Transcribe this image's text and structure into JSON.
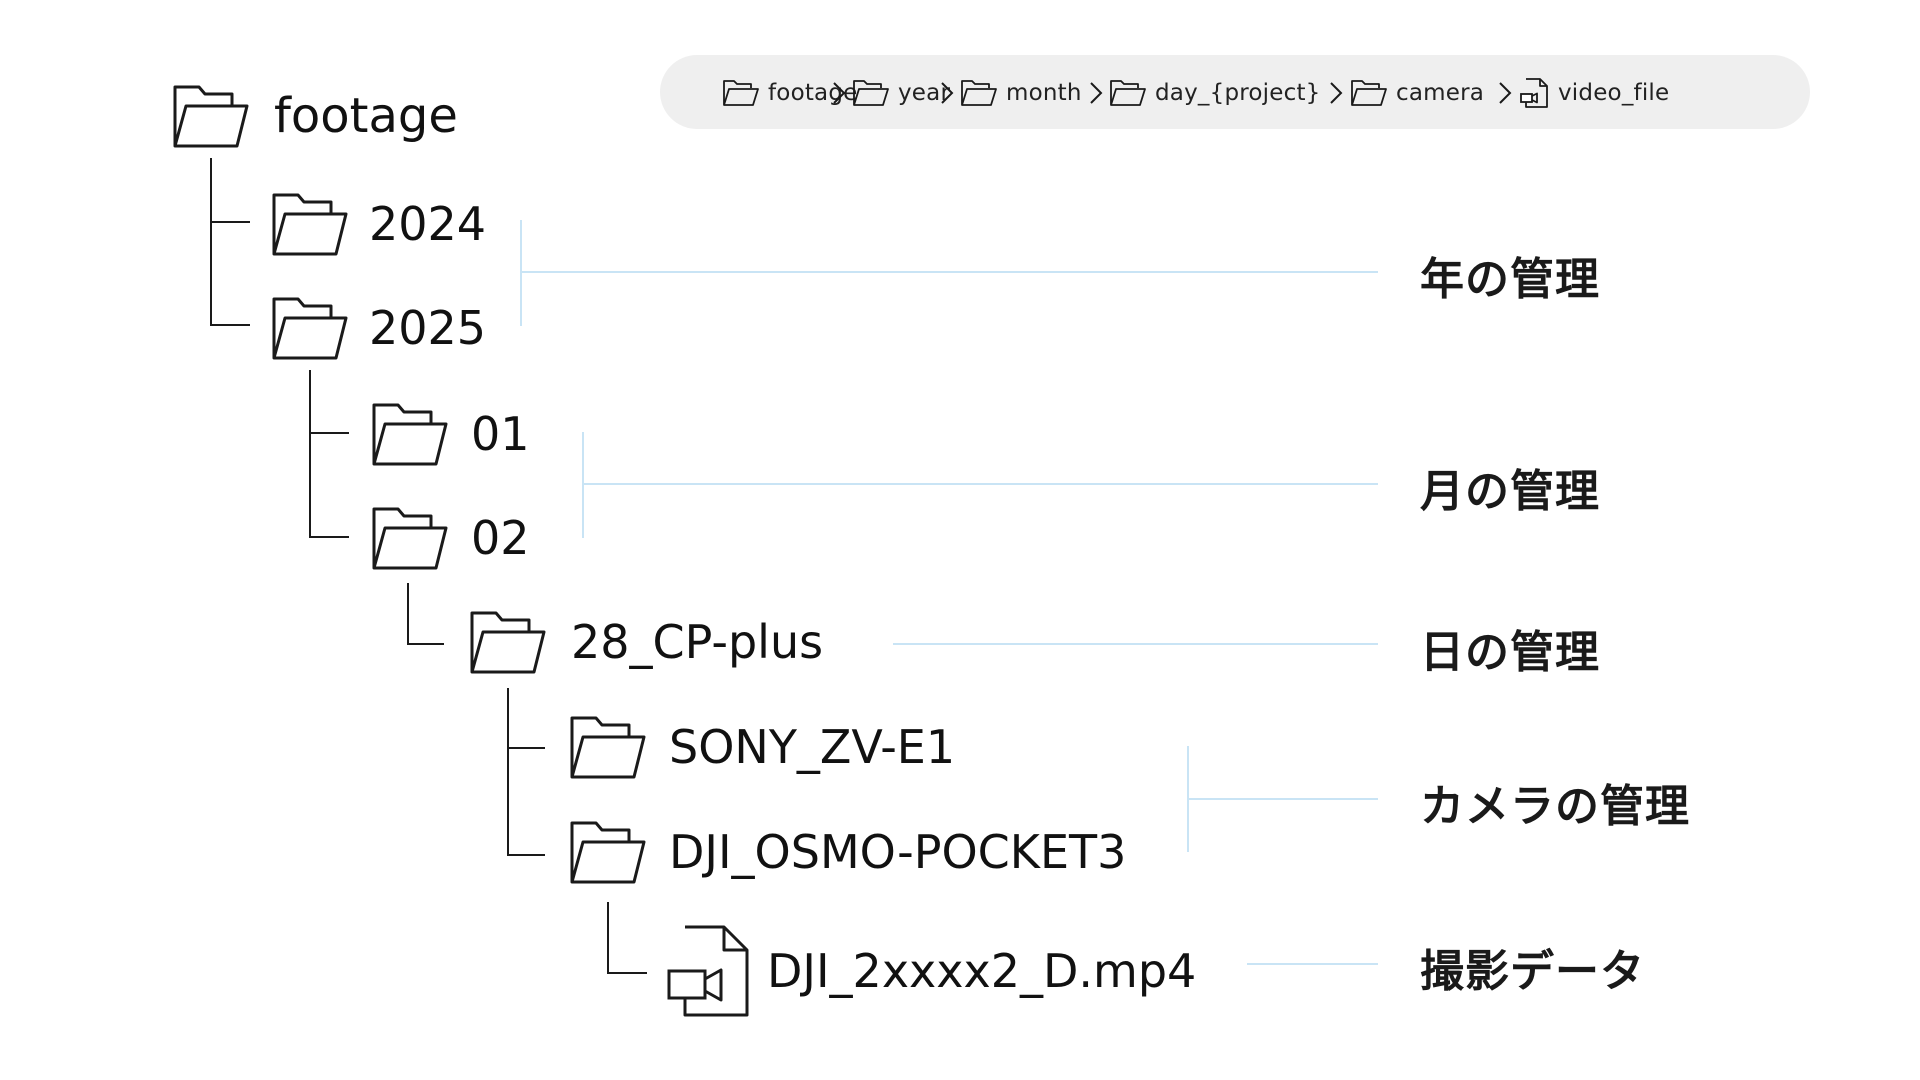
{
  "breadcrumb": {
    "items": [
      {
        "label": "footage",
        "icon": "folder-icon"
      },
      {
        "label": "year",
        "icon": "folder-icon"
      },
      {
        "label": "month",
        "icon": "folder-icon"
      },
      {
        "label": "day_{project}",
        "icon": "folder-icon"
      },
      {
        "label": "camera",
        "icon": "folder-icon"
      },
      {
        "label": "video_file",
        "icon": "video-file-icon"
      }
    ],
    "separator_icon": "chevron-right-icon"
  },
  "tree": {
    "root": {
      "label": "footage",
      "icon": "folder-icon"
    },
    "year_2024": {
      "label": "2024",
      "icon": "folder-icon"
    },
    "year_2025": {
      "label": "2025",
      "icon": "folder-icon"
    },
    "month_01": {
      "label": "01",
      "icon": "folder-icon"
    },
    "month_02": {
      "label": "02",
      "icon": "folder-icon"
    },
    "day_project": {
      "label": "28_CP-plus",
      "icon": "folder-icon"
    },
    "camera_sony": {
      "label": "SONY_ZV-E1",
      "icon": "folder-icon"
    },
    "camera_dji": {
      "label": "DJI_OSMO-POCKET3",
      "icon": "folder-icon"
    },
    "video_file": {
      "label": "DJI_2xxxx2_D.mp4",
      "icon": "video-file-icon"
    }
  },
  "annotations": {
    "year": "年の管理",
    "month": "月の管理",
    "day": "日の管理",
    "camera": "カメラの管理",
    "footage": "撮影データ"
  },
  "colors": {
    "bracket": "#c9e4f5",
    "breadcrumb_bg": "#efefef",
    "line": "#1a1a1a"
  }
}
